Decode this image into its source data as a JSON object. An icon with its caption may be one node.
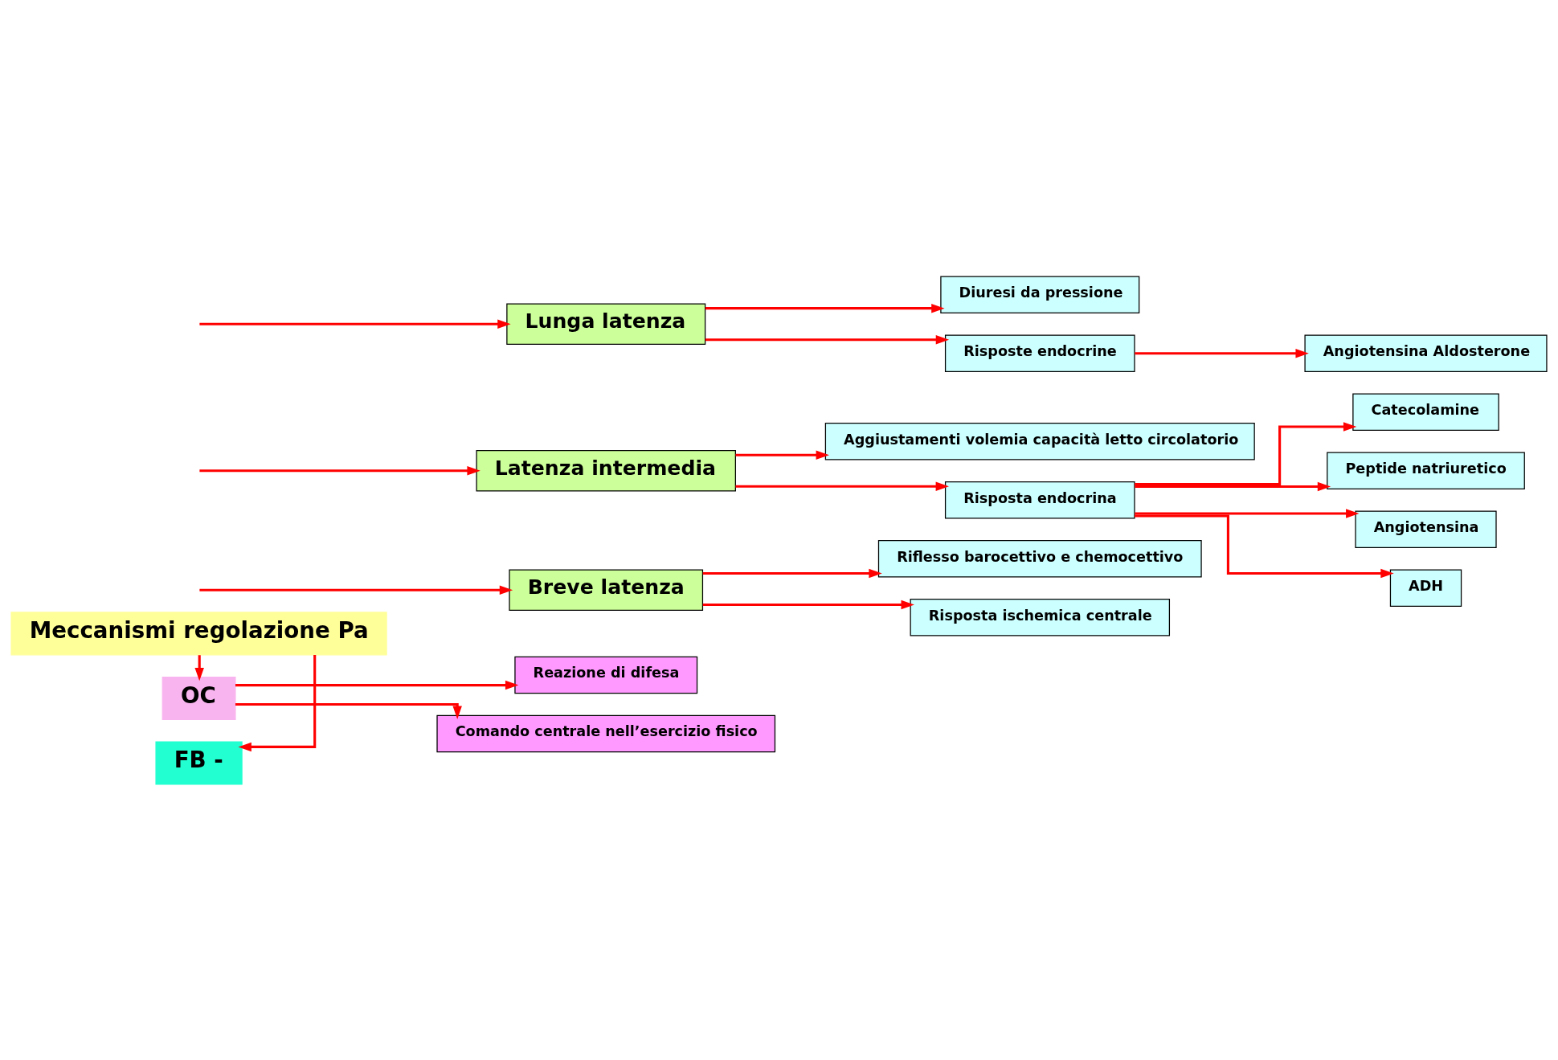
{
  "diagram": {
    "nodes": [
      {
        "text": [
          "Meccanismi regolazione Pa"
        ]
      },
      {
        "text": [
          "FB -"
        ]
      },
      {
        "text": [
          "OC"
        ]
      },
      {
        "text": [
          "Breve latenza"
        ]
      },
      {
        "text": [
          "Latenza intermedia"
        ]
      },
      {
        "text": [
          "Lunga latenza"
        ]
      },
      {
        "text": [
          "Riflesso barocettivo e chemocettivo"
        ]
      },
      {
        "text": [
          "Risposta ischemica centrale"
        ]
      },
      {
        "text": [
          "Aggiustamenti volemia capacità letto circolatorio"
        ]
      },
      {
        "text": [
          "Risposta endocrina"
        ]
      },
      {
        "text": [
          "Catecolamine"
        ]
      },
      {
        "text": [
          "Peptide natriuretico"
        ]
      },
      {
        "text": [
          "Angiotensina"
        ]
      },
      {
        "text": [
          "ADH"
        ]
      },
      {
        "text": [
          "Diuresi da pressione"
        ]
      },
      {
        "text": [
          "Risposte endocrine"
        ]
      },
      {
        "text": [
          "Angiotensina Aldosterone"
        ]
      },
      {
        "text": [
          "Reazione di difesa"
        ]
      },
      {
        "text": [
          "Comando centrale nell’esercizio fisico"
        ]
      }
    ],
    "edges": [
      {
        "from": 0,
        "to": 1,
        "arrow": "to"
      },
      {
        "from": 0,
        "to": 2,
        "arrow": "to"
      },
      {
        "from": null,
        "to": 3,
        "arrow": "to"
      },
      {
        "from": null,
        "to": 4,
        "arrow": "to"
      },
      {
        "from": null,
        "to": 5,
        "arrow": "to"
      },
      {
        "from": 3,
        "to": 6,
        "arrow": "to"
      },
      {
        "from": 3,
        "to": 7,
        "arrow": "to"
      },
      {
        "from": 4,
        "to": 8,
        "arrow": "to"
      },
      {
        "from": 4,
        "to": 9,
        "arrow": "to"
      },
      {
        "from": 9,
        "to": 10,
        "arrow": "to"
      },
      {
        "from": 9,
        "to": 11,
        "arrow": "to"
      },
      {
        "from": 9,
        "to": 12,
        "arrow": "to"
      },
      {
        "from": 9,
        "to": 13,
        "arrow": "to"
      },
      {
        "from": 5,
        "to": 14,
        "arrow": "to"
      },
      {
        "from": 5,
        "to": 15,
        "arrow": "to"
      },
      {
        "from": 15,
        "to": 16,
        "arrow": "to"
      },
      {
        "from": 2,
        "to": 17,
        "arrow": "to"
      },
      {
        "from": 2,
        "to": 18,
        "arrow": "to"
      }
    ]
  }
}
